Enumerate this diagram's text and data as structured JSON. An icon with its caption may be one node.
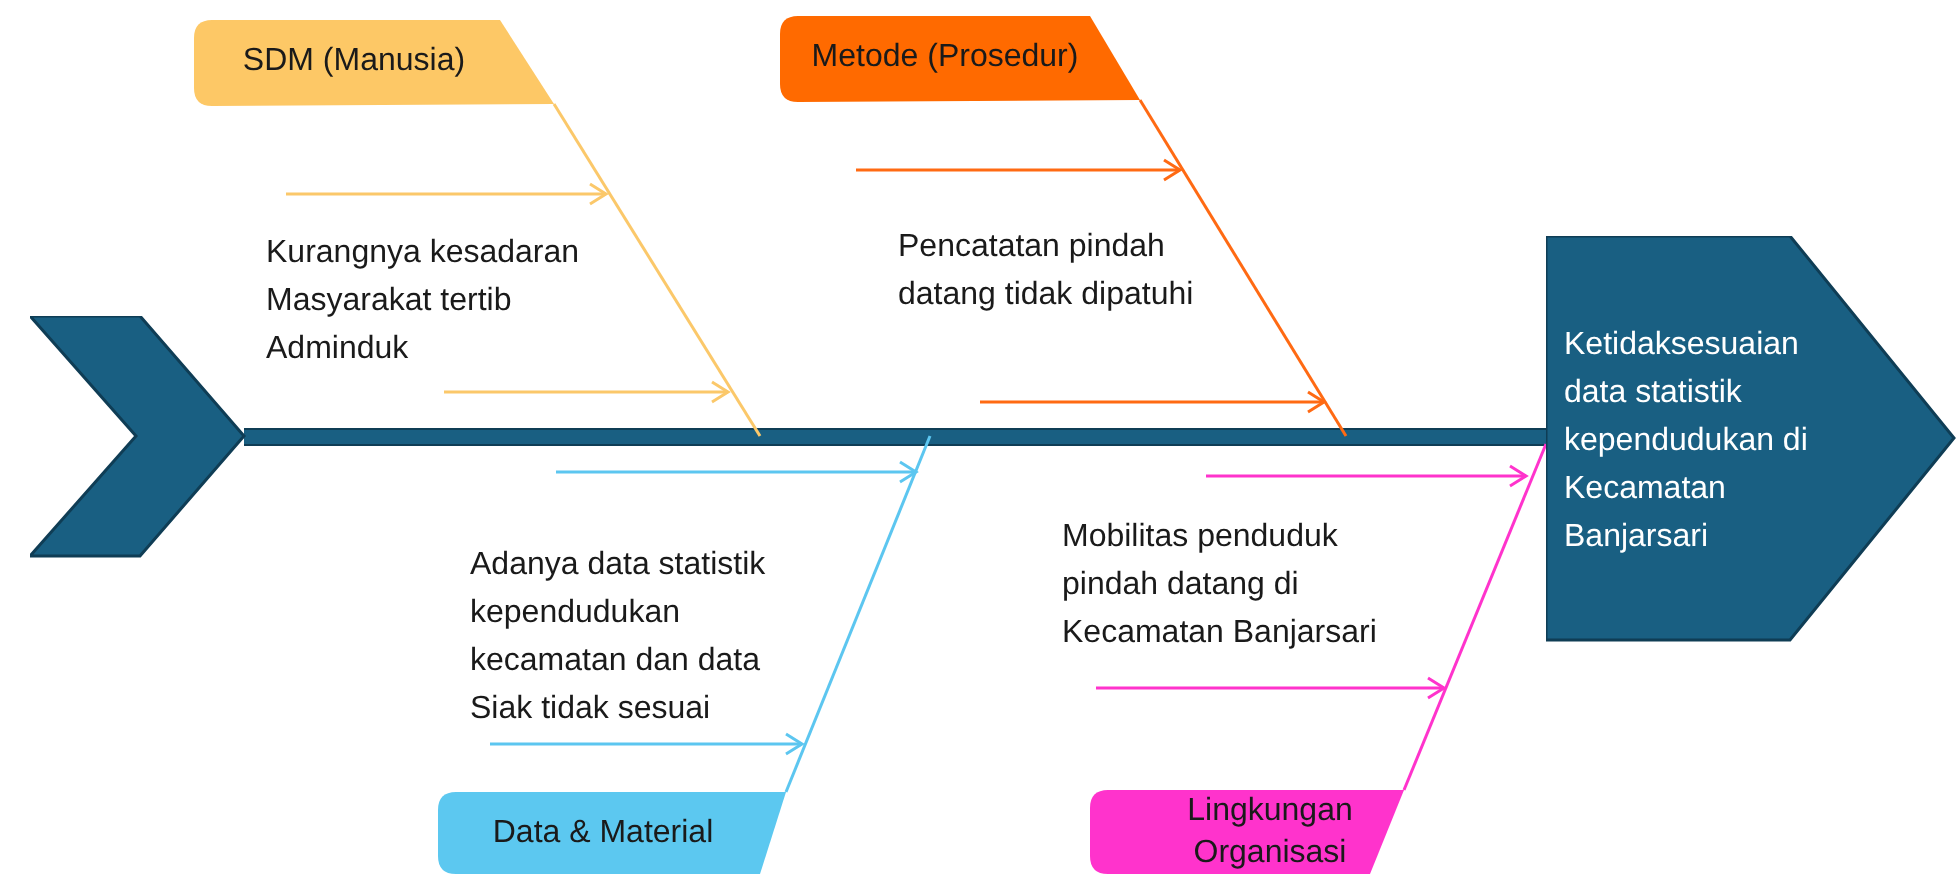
{
  "diagram": {
    "nodes": [
      {
        "text": [
          "SDM (Manusia)"
        ]
      },
      {
        "text": [
          "Metode (Prosedur)"
        ]
      },
      {
        "text": [
          "Data & Material"
        ]
      },
      {
        "text": [
          "Lingkungan Organisasi"
        ]
      },
      {
        "text": [
          "Ketidaksesuaian data statistik kependudukan di Kecamatan Banjarsari"
        ]
      },
      {
        "text": [],
        "shape": "chevron"
      }
    ],
    "edges": [
      {
        "from": 5,
        "to": 4,
        "arrow": "none",
        "style": "thick"
      },
      {
        "from": 0,
        "to": null,
        "arrow": "none",
        "color": "#fbc86a"
      },
      {
        "from": 1,
        "to": null,
        "arrow": "none",
        "color": "#ff6a13"
      },
      {
        "from": 2,
        "to": null,
        "arrow": "none",
        "color": "#5cc6f0"
      },
      {
        "from": 3,
        "to": 4,
        "arrow": "none",
        "color": "#ff33cc"
      }
    ],
    "labels": [
      "Kurangnya kesadaran Masyarakat tertib Adminduk",
      "Pencatatan pindah datang tidak dipatuhi",
      "Adanya data statistik kependudukan kecamatan dan data Siak tidak sesuai",
      "Mobilitas penduduk pindah datang di Kecamatan Banjarsari"
    ]
  }
}
